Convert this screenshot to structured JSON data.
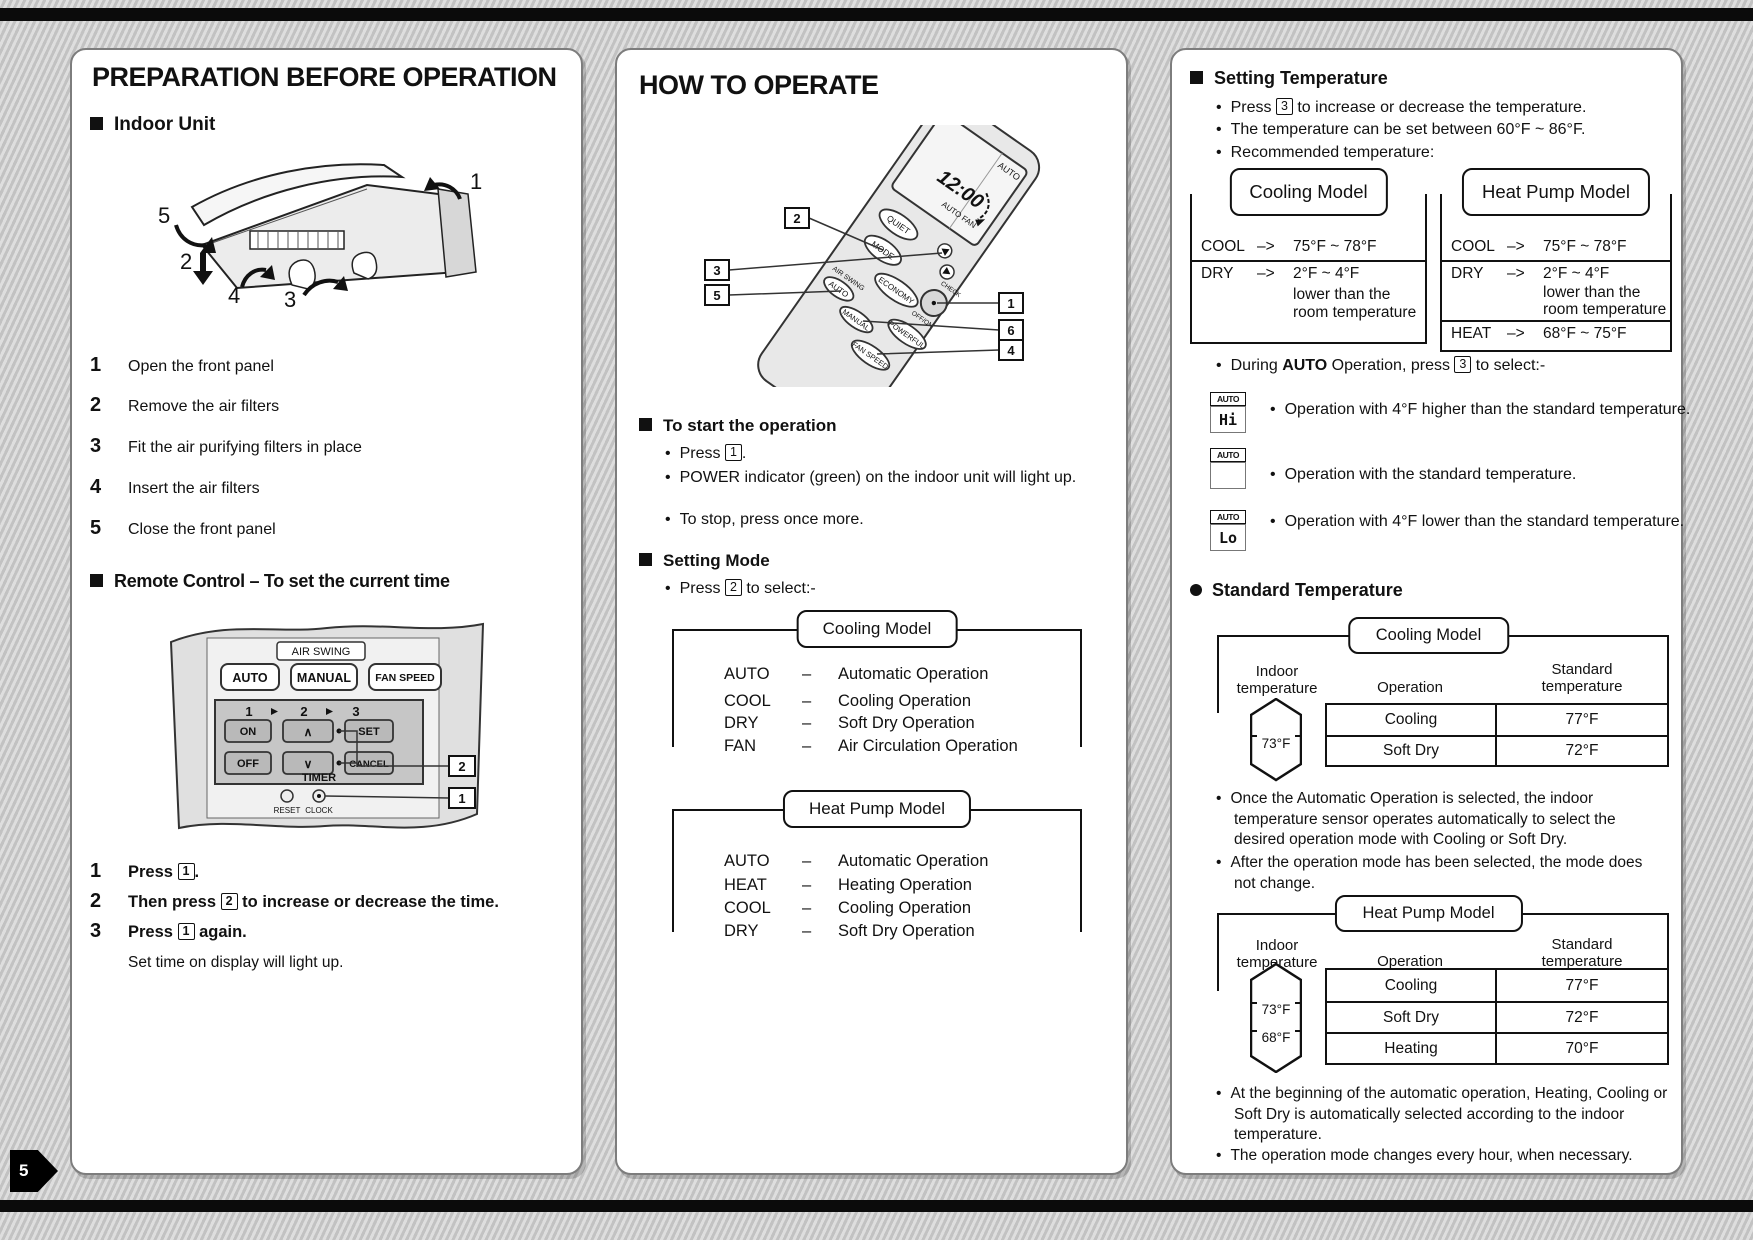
{
  "page": {
    "tab_number": "5"
  },
  "panel1": {
    "title": "PREPARATION BEFORE OPERATION",
    "section_indoor": "Indoor Unit",
    "indoor_callouts": {
      "c1": "1",
      "c2": "2",
      "c3": "3",
      "c4": "4",
      "c5": "5"
    },
    "steps": [
      {
        "num": "1",
        "text": "Open the front panel"
      },
      {
        "num": "2",
        "text": "Remove the air filters"
      },
      {
        "num": "3",
        "text": "Fit the air purifying filters in place"
      },
      {
        "num": "4",
        "text": "Insert the air filters"
      },
      {
        "num": "5",
        "text": "Close the front panel"
      }
    ],
    "section_remote": "Remote Control – To set the current time",
    "remote": {
      "air_swing_label": "AIR SWING",
      "btn_auto": "AUTO",
      "btn_manual": "MANUAL",
      "btn_fan_speed": "FAN SPEED",
      "num1": "1",
      "num2": "2",
      "num3": "3",
      "btn_on": "ON",
      "btn_up": "∧",
      "btn_set": "SET",
      "btn_off": "OFF",
      "btn_down": "∨",
      "btn_cancel": "CANCEL",
      "timer_label": "TIMER",
      "reset_label": "RESET",
      "clock_label": "CLOCK",
      "callout_2": "2",
      "callout_1": "1"
    },
    "time_steps": [
      {
        "num": "1",
        "pre": "Press ",
        "key": "1",
        "post": "."
      },
      {
        "num": "2",
        "pre": "Then press ",
        "key": "2",
        "post": " to increase or decrease the time."
      },
      {
        "num": "3",
        "pre": "Press ",
        "key": "1",
        "post": " again."
      }
    ],
    "time_note": "Set time on display will light up."
  },
  "panel2": {
    "title": "HOW TO OPERATE",
    "remote": {
      "display_auto": "AUTO",
      "display_time": "12:00",
      "display_sub": "AUTO FAN",
      "btn_quiet": "QUIET",
      "btn_mode": "MODE",
      "btn_economy": "ECONOMY",
      "air_swing_label": "AIR SWING",
      "btn_auto": "AUTO",
      "btn_manual": "MANUAL",
      "btn_powerful": "POWERFUL",
      "btn_fan_speed": "FAN SPEED",
      "btn_off_on": "OFF/ON",
      "btn_check": "CHECK",
      "callout_1": "1",
      "callout_2": "2",
      "callout_3": "3",
      "callout_4": "4",
      "callout_5": "5",
      "callout_6": "6"
    },
    "section_start": "To start the operation",
    "start_b1": {
      "pre": "Press ",
      "key": "1",
      "post": "."
    },
    "start_b2": "POWER indicator (green) on the indoor unit will light up.",
    "start_b3": "To stop, press once more.",
    "section_mode": "Setting Mode",
    "mode_bullet": {
      "pre": "Press ",
      "key": "2",
      "post": " to select:-"
    },
    "cooling_model": {
      "title": "Cooling Model",
      "rows": [
        {
          "mode": "AUTO",
          "dash": "–",
          "desc": "Automatic Operation"
        },
        {
          "mode": "COOL",
          "dash": "–",
          "desc": "Cooling Operation"
        },
        {
          "mode": "DRY",
          "dash": "–",
          "desc": "Soft Dry Operation"
        },
        {
          "mode": "FAN",
          "dash": "–",
          "desc": "Air Circulation Operation"
        }
      ]
    },
    "heat_pump_model": {
      "title": "Heat Pump Model",
      "rows": [
        {
          "mode": "AUTO",
          "dash": "–",
          "desc": "Automatic Operation"
        },
        {
          "mode": "HEAT",
          "dash": "–",
          "desc": "Heating Operation"
        },
        {
          "mode": "COOL",
          "dash": "–",
          "desc": "Cooling Operation"
        },
        {
          "mode": "DRY",
          "dash": "–",
          "desc": "Soft Dry Operation"
        }
      ]
    }
  },
  "panel3": {
    "section_temp": "Setting Temperature",
    "temp_b1": {
      "pre": "Press ",
      "key": "3",
      "post": " to increase or decrease the temperature."
    },
    "temp_b2": "The temperature can be set between 60°F ~ 86°F.",
    "temp_b3": "Recommended temperature:",
    "rec_cooling": {
      "title": "Cooling Model",
      "row1": {
        "label": "COOL",
        "arrow": "–>",
        "value": "75°F ~ 78°F"
      },
      "row2": {
        "label": "DRY",
        "arrow": "–>",
        "value": "2°F ~ 4°F",
        "note1": "lower than the",
        "note2": "room temperature"
      }
    },
    "rec_heat": {
      "title": "Heat Pump Model",
      "row1": {
        "label": "COOL",
        "arrow": "–>",
        "value": "75°F ~ 78°F"
      },
      "row2": {
        "label": "DRY",
        "arrow": "–>",
        "value": "2°F ~ 4°F",
        "note1": "lower than the",
        "note2": "room temperature"
      },
      "row3": {
        "label": "HEAT",
        "arrow": "–>",
        "value": "68°F ~ 75°F"
      }
    },
    "during_bullet": {
      "pre": "During ",
      "bold": "AUTO",
      "mid": " Operation, press ",
      "key": "3",
      "post": " to select:-"
    },
    "auto_options": [
      {
        "tag": "AUTO",
        "glyph": "Hi",
        "text": "Operation with 4°F higher than the standard temperature."
      },
      {
        "tag": "AUTO",
        "glyph": "",
        "text": "Operation with the standard temperature."
      },
      {
        "tag": "AUTO",
        "glyph": "Lo",
        "text": "Operation with 4°F lower than the standard temperature."
      }
    ],
    "section_std": "Standard Temperature",
    "std_cooling": {
      "title": "Cooling Model",
      "hdr_indoor1": "Indoor",
      "hdr_indoor2": "temperature",
      "hdr_op": "Operation",
      "hdr_std1": "Standard",
      "hdr_std2": "temperature",
      "indoor_temp1": "73°F",
      "rows": [
        {
          "op": "Cooling",
          "temp": "77°F"
        },
        {
          "op": "Soft Dry",
          "temp": "72°F"
        }
      ]
    },
    "std_cooling_b1": "Once the Automatic Operation is selected, the indoor temperature sensor operates automatically to select the desired operation mode with Cooling or Soft Dry.",
    "std_cooling_b2": "After the operation mode has been selected, the mode does not change.",
    "std_heat": {
      "title": "Heat Pump Model",
      "hdr_indoor1": "Indoor",
      "hdr_indoor2": "temperature",
      "hdr_op": "Operation",
      "hdr_std1": "Standard",
      "hdr_std2": "temperature",
      "indoor_temp1": "73°F",
      "indoor_temp2": "68°F",
      "rows": [
        {
          "op": "Cooling",
          "temp": "77°F"
        },
        {
          "op": "Soft Dry",
          "temp": "72°F"
        },
        {
          "op": "Heating",
          "temp": "70°F"
        }
      ]
    },
    "std_heat_b1": "At the beginning of the automatic operation, Heating, Cooling or Soft Dry is automatically selected according to the indoor temperature.",
    "std_heat_b2": "The operation mode changes every hour, when necessary."
  }
}
